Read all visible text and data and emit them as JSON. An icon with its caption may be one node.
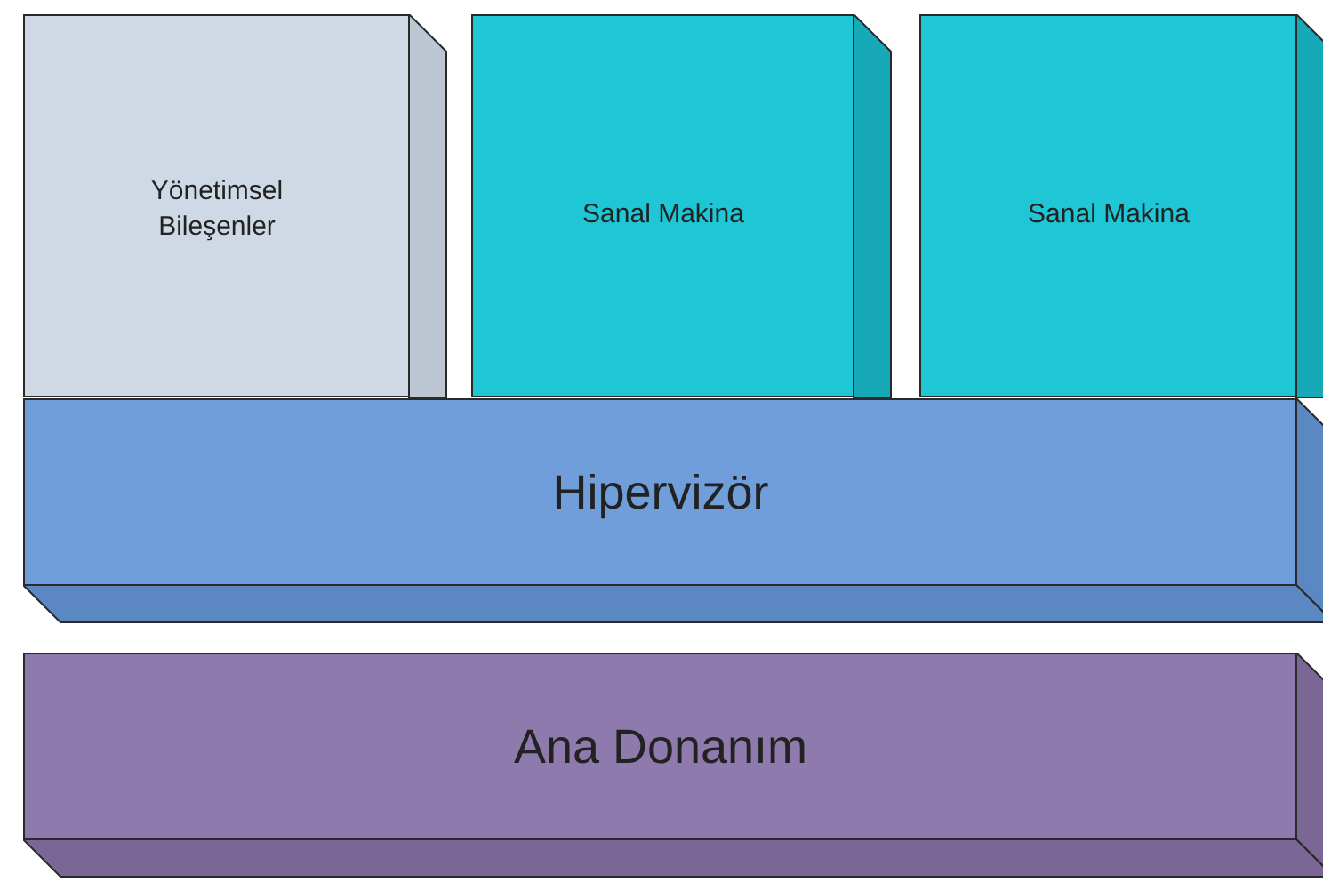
{
  "diagram": {
    "nodes": [
      {
        "text": [
          "Yönetimsel Bileşenler"
        ]
      },
      {
        "text": [
          "Sanal Makina"
        ]
      },
      {
        "text": [
          "Sanal Makina"
        ]
      },
      {
        "text": [
          "Hipervizör"
        ]
      },
      {
        "text": [
          "Ana Donanım"
        ]
      }
    ]
  }
}
